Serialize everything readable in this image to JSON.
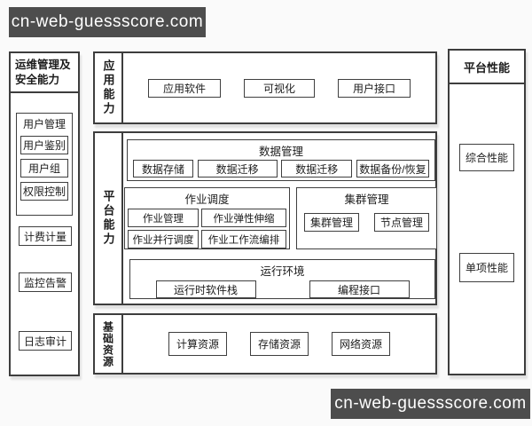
{
  "watermark": {
    "text": "cn-web-guessscore.com"
  },
  "left_panel": {
    "title": "运维管理及\n安全能力",
    "user_group": {
      "title": "用户管理",
      "items": [
        "用户鉴别",
        "用户组",
        "权限控制"
      ]
    },
    "items": [
      "计费计量",
      "监控告警",
      "日志审计"
    ]
  },
  "app_layer": {
    "label": "应用能力",
    "items": [
      "应用软件",
      "可视化",
      "用户接口"
    ]
  },
  "platform_layer": {
    "label": "平台能力",
    "groups": {
      "data": {
        "title": "数据管理",
        "items": [
          "数据存储",
          "数据迁移",
          "数据迁移",
          "数据备份/恢复"
        ]
      },
      "job": {
        "title": "作业调度",
        "items": [
          "作业管理",
          "作业弹性伸缩",
          "作业并行调度",
          "作业工作流编排"
        ]
      },
      "cluster": {
        "title": "集群管理",
        "items": [
          "集群管理",
          "节点管理"
        ]
      },
      "runtime": {
        "title": "运行环境",
        "items": [
          "运行时软件栈",
          "编程接口"
        ]
      }
    }
  },
  "base_layer": {
    "label": "基础资源",
    "items": [
      "计算资源",
      "存储资源",
      "网络资源"
    ]
  },
  "right_panel": {
    "title": "平台性能",
    "items": [
      "综合性能",
      "单项性能"
    ]
  },
  "colors": {
    "line": "#3d3d3d",
    "watermark_bg": "#4d4d4d",
    "watermark_fg": "#ffffff",
    "panel_bg": "#ffffff",
    "page_bg": "#fafafa"
  }
}
